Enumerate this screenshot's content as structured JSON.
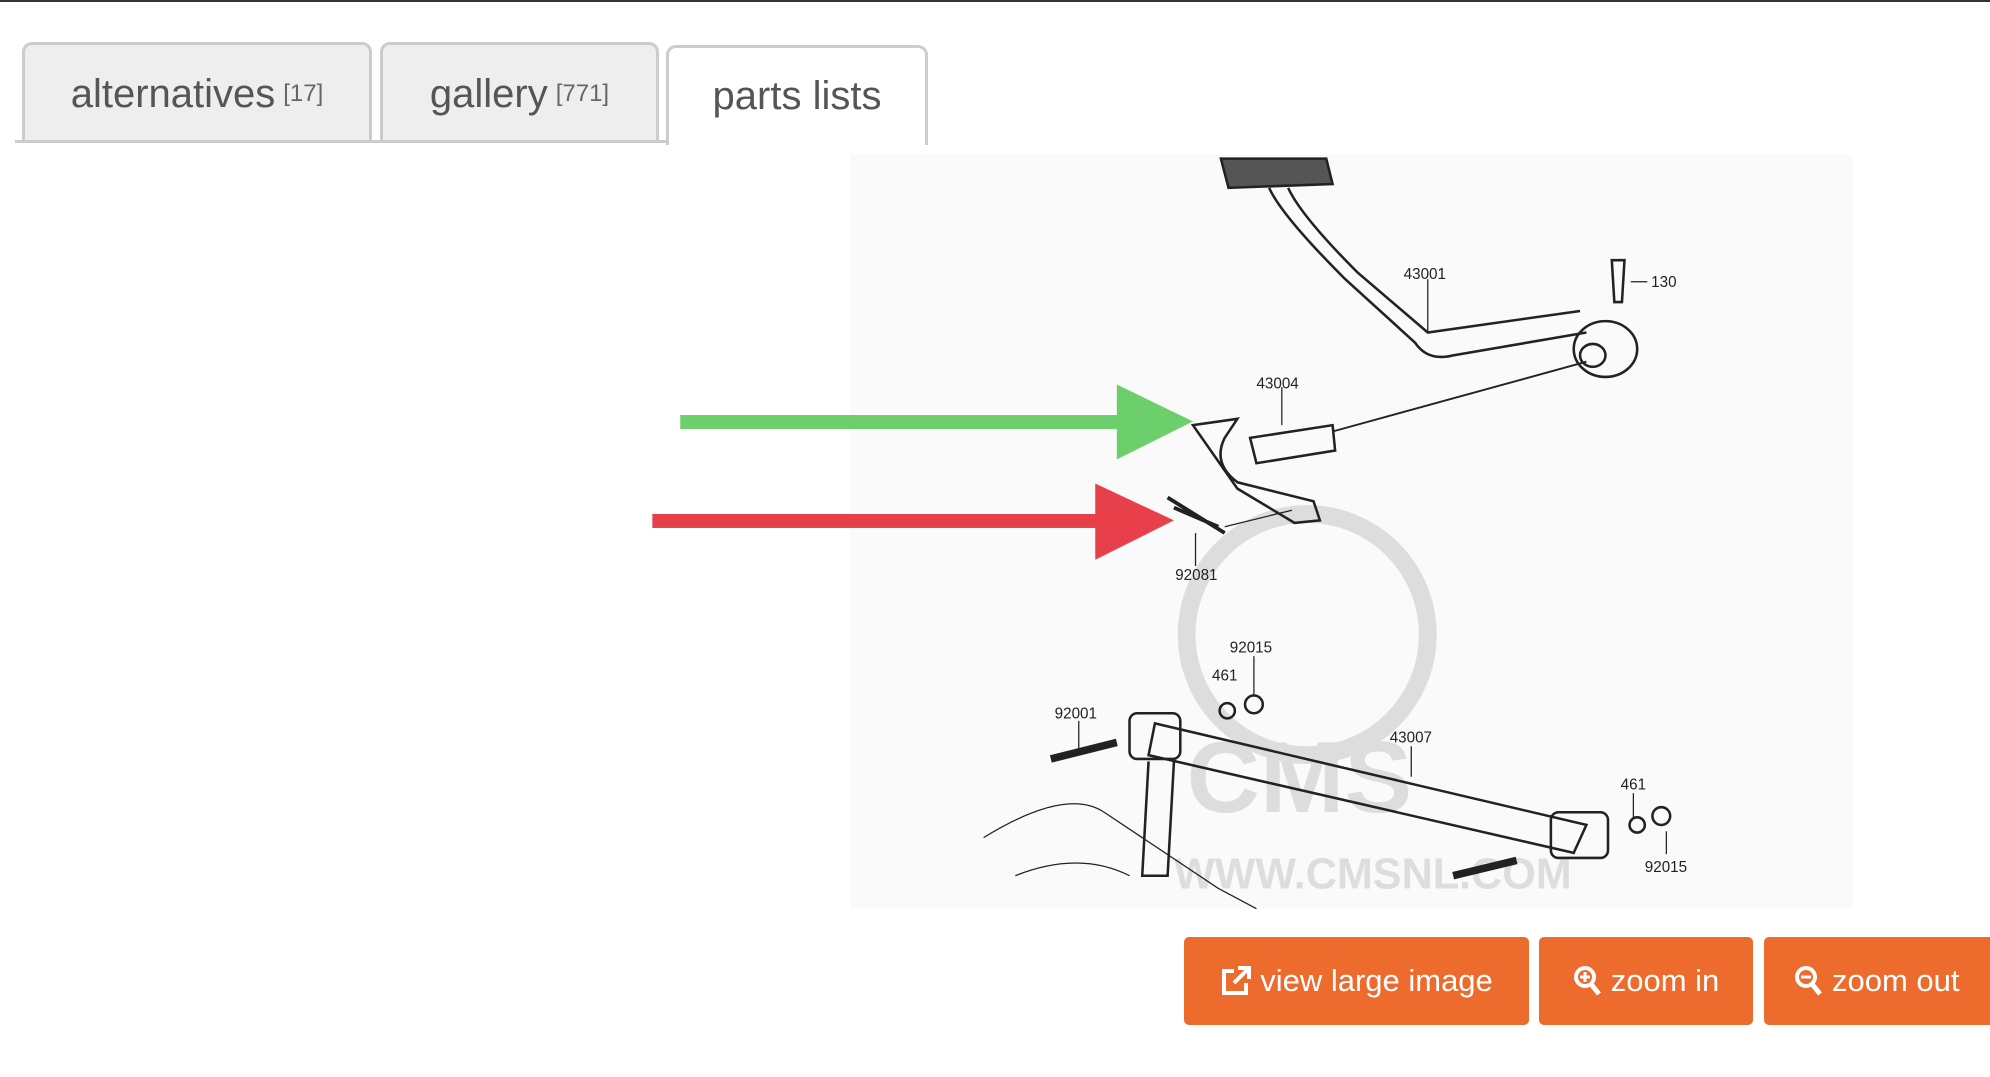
{
  "tabs": [
    {
      "label": "alternatives",
      "count": "[17]"
    },
    {
      "label": "gallery",
      "count": "[771]"
    },
    {
      "label": "parts lists",
      "active": true
    }
  ],
  "diagram": {
    "part_labels": [
      "43001",
      "130",
      "43004",
      "92081",
      "92015",
      "461",
      "92001",
      "43007",
      "461",
      "92015"
    ],
    "watermark": "WWW.CMSNL.COM",
    "watermark_logo": "CMS",
    "arrow_colors": {
      "green": "#6ccf6c",
      "red": "#e8404a"
    }
  },
  "buttons": {
    "view_large": "view large image",
    "zoom_in": "zoom in",
    "zoom_out": "zoom out",
    "color": "#ec6b2d"
  }
}
